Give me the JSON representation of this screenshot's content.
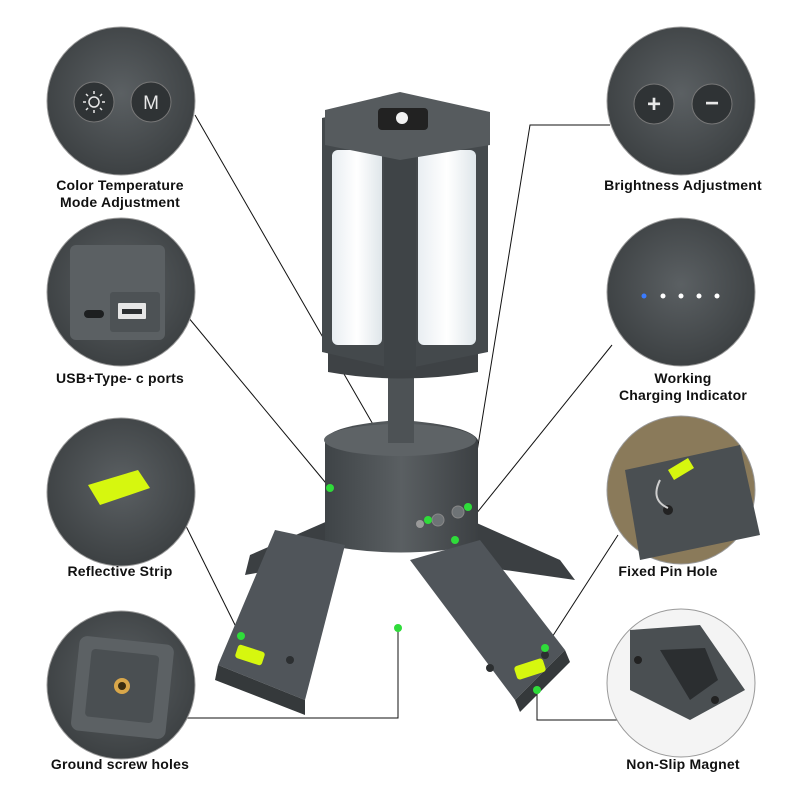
{
  "features": [
    {
      "id": "color-temp",
      "label": "Color Temperature\nMode Adjustment",
      "icon": "sun-icon",
      "button2": "M"
    },
    {
      "id": "usb",
      "label": "USB+Type- c ports",
      "icon": "usb-port-icon"
    },
    {
      "id": "reflective",
      "label": "Reflective Strip",
      "icon": "reflective-strip-icon"
    },
    {
      "id": "ground-screw",
      "label": "Ground screw holes",
      "icon": "screw-hole-icon"
    },
    {
      "id": "brightness",
      "label": "Brightness Adjustment",
      "plus": "+",
      "minus": "−"
    },
    {
      "id": "indicator",
      "label": "Working\nCharging Indicator",
      "icon": "led-indicator-icon"
    },
    {
      "id": "pin-hole",
      "label": "Fixed Pin Hole",
      "icon": "pin-hole-icon"
    },
    {
      "id": "magnet",
      "label": "Non-Slip Magnet",
      "icon": "magnet-icon"
    }
  ],
  "colors": {
    "body": "#4a4f52",
    "dark": "#363a3c",
    "accent": "#2fdc3a",
    "reflective": "#d6f70f"
  }
}
